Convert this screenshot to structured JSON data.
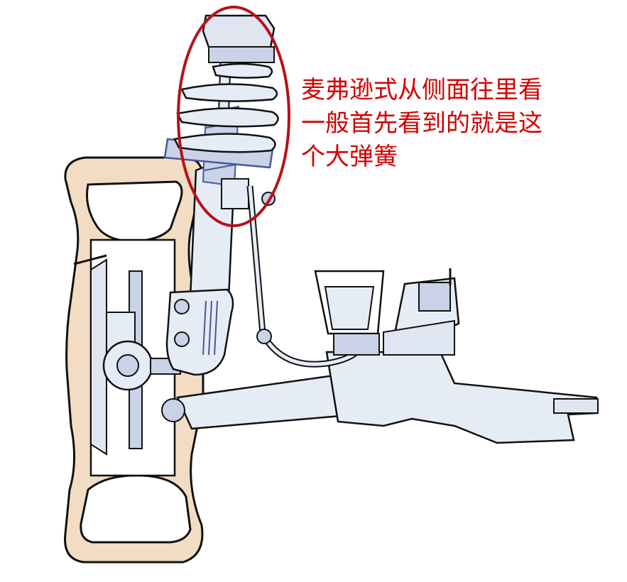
{
  "annotation": {
    "lines": [
      "麦弗逊式从侧面往里看",
      "一般首先看到的就是这",
      "个大弹簧"
    ],
    "color": "#d40000"
  },
  "palette": {
    "tire": "#f2ddc4",
    "metal": "#e6ecf5",
    "shade": "#c9d2e6",
    "dark": "#465a94",
    "outline": "#111111",
    "highlight_ellipse": "#b51218"
  }
}
